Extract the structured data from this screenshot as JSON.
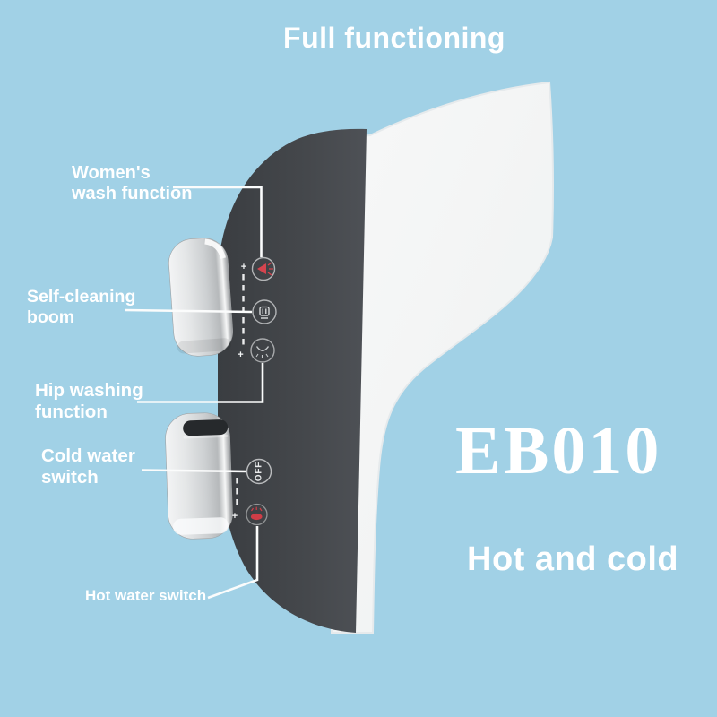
{
  "page_title": "Full functioning",
  "product": {
    "model": "EB010",
    "tagline": "Hot and cold"
  },
  "callouts": [
    {
      "id": "womens-wash",
      "label": "Women's\nwash function"
    },
    {
      "id": "self-cleaning-boom",
      "label": "Self-cleaning\nboom"
    },
    {
      "id": "hip-washing",
      "label": "Hip washing\nfunction"
    },
    {
      "id": "cold-water-switch",
      "label": "Cold water\nswitch"
    },
    {
      "id": "hot-water-switch",
      "label": "Hot water switch"
    }
  ],
  "panel": {
    "off_label": "OFF",
    "increase_mark": "+",
    "icons": [
      "womens-wash-icon",
      "self-cleaning-boom-icon",
      "hip-wash-icon",
      "off-dial-mark",
      "hot-water-icon"
    ]
  },
  "colors": {
    "background": "#a1d1e6",
    "panel_dark": "#45484c",
    "body_white": "#f4f5f5",
    "accent_red": "#d4444e",
    "text_white": "#ffffff",
    "chrome_light": "#eef0f1"
  }
}
